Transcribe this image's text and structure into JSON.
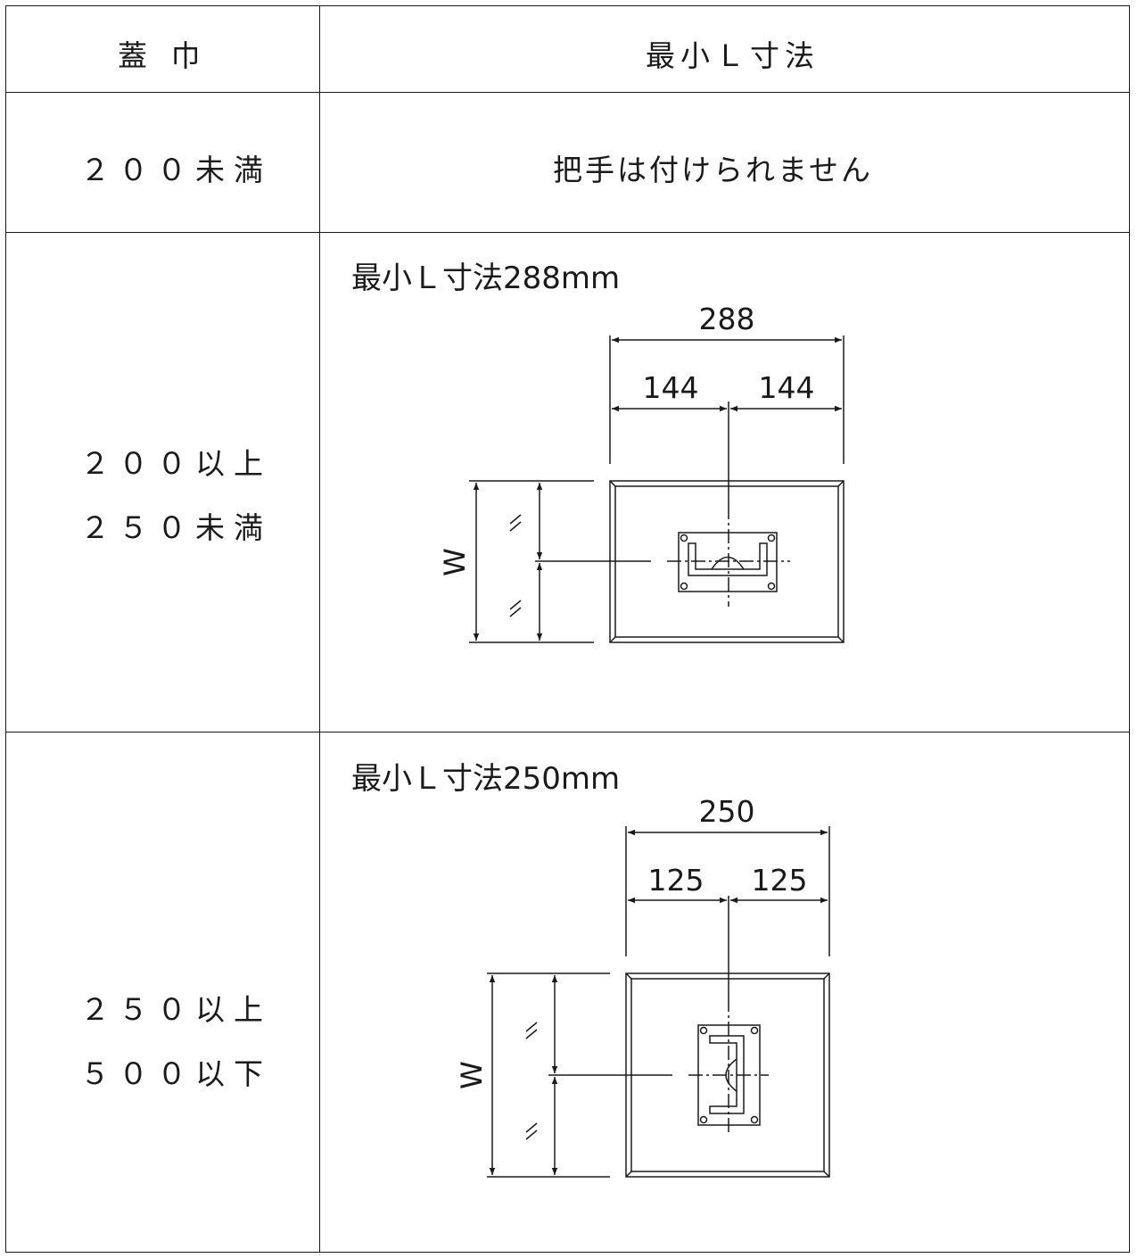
{
  "table": {
    "headers": {
      "width": "蓋 巾",
      "min_l": "最小Ｌ寸法"
    },
    "rows": [
      {
        "width": "２００未満",
        "note": "把手は付けられません"
      },
      {
        "width_line1": "２００以上",
        "width_line2": "２５０未満",
        "title": "最小Ｌ寸法288mm",
        "dims": {
          "total": "288",
          "left": "144",
          "right": "144",
          "w": "W"
        }
      },
      {
        "width_line1": "２５０以上",
        "width_line2": "５００以下",
        "title": "最小Ｌ寸法250mm",
        "dims": {
          "total": "250",
          "left": "125",
          "right": "125",
          "w": "W"
        }
      }
    ]
  }
}
